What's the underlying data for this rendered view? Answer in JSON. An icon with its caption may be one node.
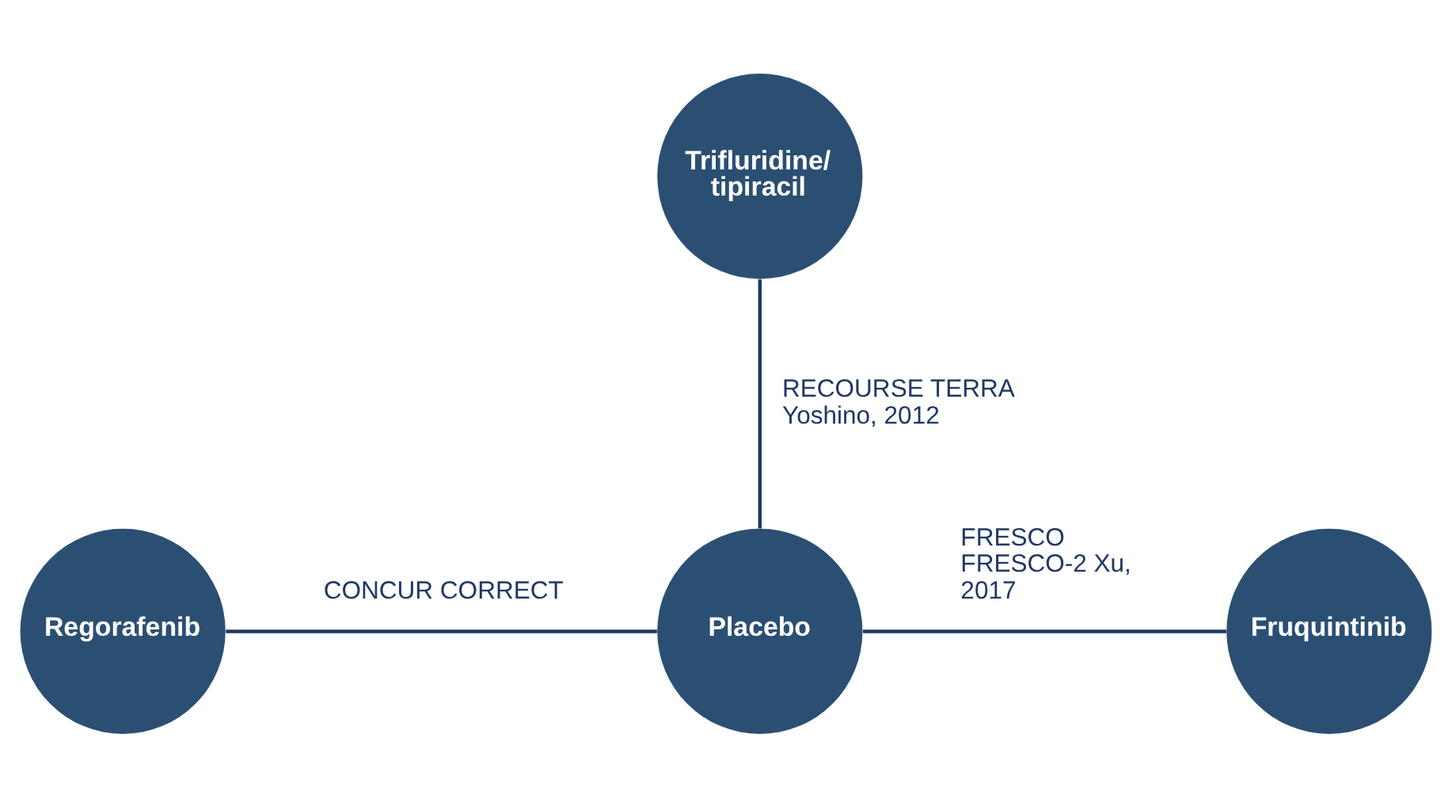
{
  "diagram": {
    "nodes": [
      {
        "text": [
          "Trifluridine/ tipiracil"
        ]
      },
      {
        "text": [
          "Regorafenib"
        ]
      },
      {
        "text": [
          "Placebo"
        ]
      },
      {
        "text": [
          "Fruquintinib"
        ]
      }
    ],
    "edges": [
      {
        "from": 0,
        "to": 2,
        "arrow": "none",
        "label": "RECOURSE TERRA Yoshino, 2012"
      },
      {
        "from": 1,
        "to": 2,
        "arrow": "none",
        "label": "CONCUR CORRECT"
      },
      {
        "from": 2,
        "to": 3,
        "arrow": "none",
        "label": "FRESCO FRESCO-2 Xu, 2017"
      }
    ]
  }
}
